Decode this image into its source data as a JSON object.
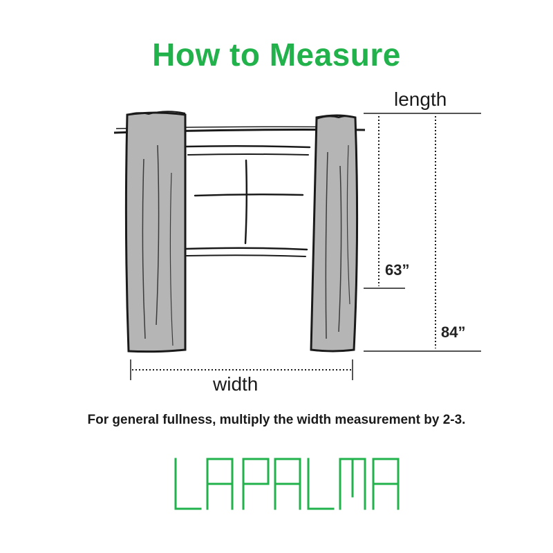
{
  "header": {
    "title": "How to Measure"
  },
  "diagram": {
    "length_label": "length",
    "width_label": "width",
    "measure_short": "63”",
    "measure_long": "84”"
  },
  "instructions": {
    "note": "For general fullness, multiply the width measurement by 2-3."
  },
  "brand": {
    "logo_text": "LA PALMA"
  },
  "colors": {
    "accent_green": "#22b24c",
    "curtain_gray": "#b5b5b5",
    "outline": "#1a1a1a"
  }
}
